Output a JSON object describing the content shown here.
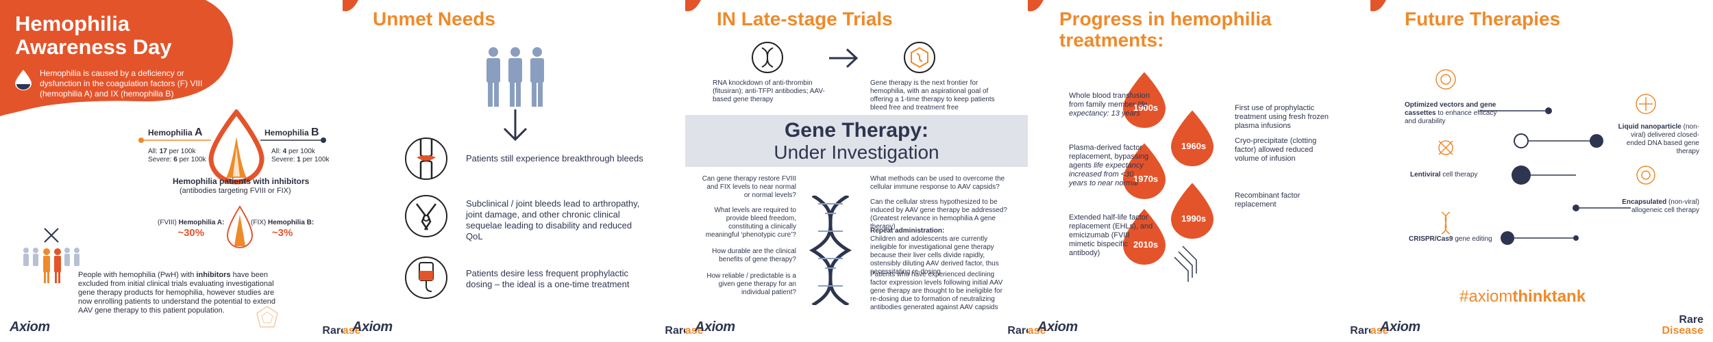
{
  "brand": {
    "axiom": "Axiom",
    "rare_line1": "Rare",
    "rare_line2": "Disease",
    "hashtag_prefix": "#axiom",
    "hashtag_bold": "thinktank",
    "accent_orange": "#ef8a2a",
    "accent_red": "#e4542b",
    "navy": "#2e3550"
  },
  "panel1": {
    "title_line1": "Hemophilia",
    "title_line2": "Awareness Day",
    "intro": "Hemophilia is caused by a deficiency or dysfunction in the coagulation factors (F) VIII (hemophilia A) and IX (hemophilia B)",
    "hemA": {
      "title_a": "Hemophilia ",
      "title_b": "A",
      "all_label": "All: ",
      "all_value": "17",
      "all_unit": " per 100k",
      "sev_label": "Severe: ",
      "sev_value": "6",
      "sev_unit": " per 100k"
    },
    "hemB": {
      "title_a": "Hemophilia ",
      "title_b": "B",
      "all_label": "All: ",
      "all_value": "4",
      "all_unit": " per 100k",
      "sev_label": "Severe: ",
      "sev_value": "1",
      "sev_unit": " per 100k"
    },
    "inhibitors_title": "Hemophilia patients with inhibitors",
    "inhibitors_sub": "(antibodies targeting FVIII or FIX)",
    "fviii_label": "(FVIII) ",
    "fviii_bold": "Hemophilia A:",
    "fviii_value": "~30%",
    "fix_label": "(FIX) ",
    "fix_bold": "Hemophilia B:",
    "fix_value": "~3%",
    "pwh_text_a": "People with hemophilia (PwH) with ",
    "pwh_text_b": "inhibitors",
    "pwh_text_c": " have been excluded from initial clinical  trials evaluating investigational gene therapy products for hemophilia, however studies are now enrolling patients to understand the potential to extend AAV gene therapy to this patient population."
  },
  "panel2": {
    "title": "Unmet Needs",
    "items": [
      {
        "text": "Patients still experience breakthrough bleeds"
      },
      {
        "text": "Subclinical / joint bleeds lead to arthropathy, joint damage, and other chronic clinical sequelae leading to disability and reduced QoL"
      },
      {
        "text": "Patients desire less frequent prophylactic dosing – the ideal is a one-time treatment"
      }
    ]
  },
  "panel3": {
    "title": "IN Late-stage Trials",
    "left_caption": "RNA knockdown of anti-thrombin (fitusiran); anti-TFPI antibodies; AAV-based gene therapy",
    "right_caption": "Gene therapy is the next frontier for hemophilia, with an aspirational goal of offering a 1-time therapy to keep patients bleed free and treatment free",
    "banner_line1": "Gene Therapy:",
    "banner_line2": "Under Investigation",
    "questions_left": [
      "Can gene therapy restore  FVIII and FIX levels to near normal or normal levels?",
      "What levels are required to provide bleed freedom, constituting a clinically meaningful ‘phenotypic cure’?",
      "How durable are the clinical benefits of gene therapy?",
      "How reliable / predictable is a given gene therapy for an individual patient?"
    ],
    "questions_right": [
      "What methods can be used to overcome the cellular immune response to AAV capsids?",
      "Can the cellular stress hypothesized to be induced by AAV gene therapy be addressed? (Greatest relevance in hemophilia A gene therapy)"
    ],
    "repeat_title": "Repeat administration:",
    "repeat_p1": "Children and adolescents are currently ineligible for investigational gene therapy because their liver cells divide rapidly, ostensibly diluting AAV derived factor, thus necessitating re-dosing",
    "repeat_p2": "Patients who have experienced declining factor expression levels following initial AAV gene therapy are thought to be ineligible for re-dosing due to formation of neutralizing antibodies generated against AAV capsids"
  },
  "panel4": {
    "title_line1": "Progress in hemophilia",
    "title_line2": "treatments:",
    "decades": [
      "1900s",
      "1960s",
      "1970s",
      "1990s",
      "2010s"
    ],
    "left_texts": [
      {
        "a": "Whole blood  transfusion from family member ",
        "b": "life expectancy: 13 years"
      },
      {
        "a": "Plasma-derived factor replacement, bypassing agents ",
        "b": "life expectancy increased from <30 years to near normal"
      },
      {
        "a": "Extended half-life factor replacement (EHLs), and emicizumab (FVIII mimetic bispecific antibody)",
        "b": ""
      }
    ],
    "right_texts": [
      "First use of prophylactic treatment using fresh frozen plasma infusions",
      "Cryo-precipitate (clotting factor) allowed reduced volume of infusion",
      "Recombinant factor replacement"
    ]
  },
  "panel5": {
    "title": "Future Therapies",
    "items": [
      {
        "bold": "Optimized vectors  and gene cassettes",
        "rest": " to enhance efficacy and durability"
      },
      {
        "bold": "Liquid nanoparticle",
        "rest": " (non-viral) delivered closed-ended DNA based gene therapy"
      },
      {
        "bold": "Lentiviral",
        "rest": " cell therapy"
      },
      {
        "bold": "Encapsulated",
        "rest": " (non-viral) allogeneic cell therapy"
      },
      {
        "bold": "CRISPR/Cas9",
        "rest": " gene editing"
      }
    ]
  }
}
